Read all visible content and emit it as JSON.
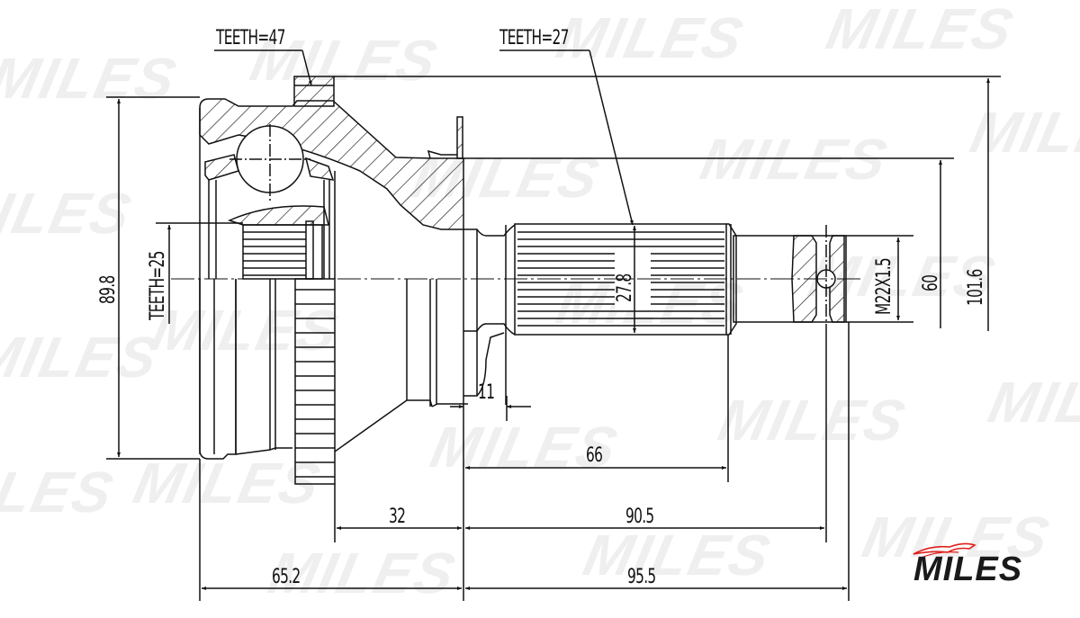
{
  "drawing": {
    "title": "CV joint outer (drive shaft joint) technical drawing",
    "line_color": "#111111",
    "watermark_color": "#efefef"
  },
  "watermark": {
    "text": "MILES"
  },
  "callouts": {
    "teeth_outer_ring": "TEETH=47",
    "teeth_shaft": "TEETH=27",
    "teeth_inner": "TEETH=25"
  },
  "dimensions": {
    "housing_diameter": "89.8",
    "spline_diameter": "27.8",
    "thread": "M22X1.5",
    "flange_diameter": "60",
    "abs_ring_diameter": "101.6",
    "shoulder_length": "11",
    "spline_length": "66",
    "abs_to_flange": "32",
    "flange_to_thread_end": "90.5",
    "housing_to_flange": "65.2",
    "flange_to_end": "95.5"
  },
  "logo": {
    "brand": "MILES",
    "swoosh_color": "#e0201c",
    "text_color": "#1a1a1a"
  }
}
